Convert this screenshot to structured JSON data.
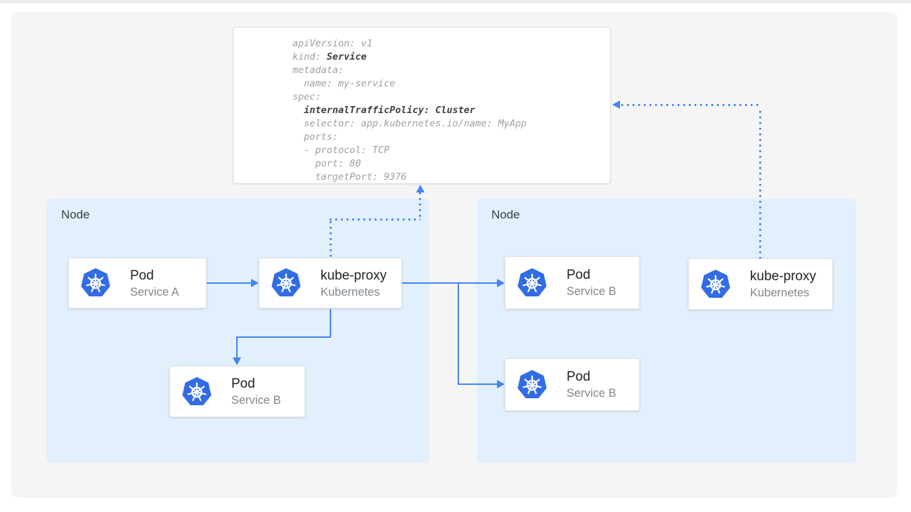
{
  "yaml": {
    "lines": [
      [
        {
          "t": "apiVersion: v1",
          "b": false
        }
      ],
      [
        {
          "t": "kind: ",
          "b": false
        },
        {
          "t": "Service",
          "b": true
        }
      ],
      [
        {
          "t": "metadata:",
          "b": false
        }
      ],
      [
        {
          "t": "  name: my-service",
          "b": false
        }
      ],
      [
        {
          "t": "spec:",
          "b": false
        }
      ],
      [
        {
          "t": "  ",
          "b": false
        },
        {
          "t": "internalTrafficPolicy: Cluster",
          "b": true
        }
      ],
      [
        {
          "t": "  selector: app.kubernetes.io/name: MyApp",
          "b": false
        }
      ],
      [
        {
          "t": "  ports:",
          "b": false
        }
      ],
      [
        {
          "t": "  - protocol: TCP",
          "b": false
        }
      ],
      [
        {
          "t": "    port: 80",
          "b": false
        }
      ],
      [
        {
          "t": "    targetPort: 9376",
          "b": false
        }
      ]
    ]
  },
  "nodes": {
    "left": {
      "label": "Node"
    },
    "right": {
      "label": "Node"
    }
  },
  "cards": {
    "pod_a": {
      "title": "Pod",
      "subtitle": "Service A",
      "icon": "kubernetes-icon"
    },
    "kube_proxy_left": {
      "title": "kube-proxy",
      "subtitle": "Kubernetes",
      "icon": "kubernetes-icon"
    },
    "pod_b_left": {
      "title": "Pod",
      "subtitle": "Service B",
      "icon": "kubernetes-icon"
    },
    "pod_b_right_top": {
      "title": "Pod",
      "subtitle": "Service B",
      "icon": "kubernetes-icon"
    },
    "pod_b_right_bottom": {
      "title": "Pod",
      "subtitle": "Service B",
      "icon": "kubernetes-icon"
    },
    "kube_proxy_right": {
      "title": "kube-proxy",
      "subtitle": "Kubernetes",
      "icon": "kubernetes-icon"
    }
  },
  "colors": {
    "arrow_blue": "#4285f4",
    "node_fill": "#e2effc",
    "panel_bg": "#f5f5f6",
    "top_strip": "#ededee",
    "card_border": "#e4e6e8",
    "k8s_blue": "#326ce5",
    "yaml_text": "#9aa0a6",
    "yaml_bold_text": "#3c4043",
    "title_text": "#202124",
    "subtitle_text": "#80868b",
    "node_label_text": "#3c4043"
  }
}
